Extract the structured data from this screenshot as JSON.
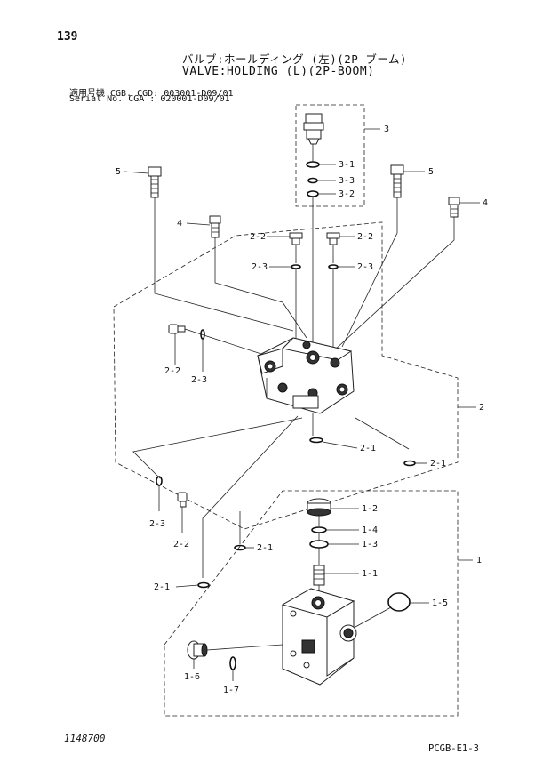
{
  "header": {
    "page_number": "139",
    "title_jp": "バルブ:ホールディング (左)(2P-ブーム)",
    "title_en": "VALVE:HOLDING (L)(2P-BOOM)",
    "serial_line_1": "適用号機 CGB. CGD: 003001-D09/01",
    "serial_line_2": "Serial No. CGA      : 020001-D09/01"
  },
  "callouts": {
    "c3": "3",
    "c3_1": "3-1",
    "c3_3": "3-3",
    "c3_2": "3-2",
    "c5_left": "5",
    "c5_right": "5",
    "c4_left": "4",
    "c4_right": "4",
    "c2_2_top_left": "2-2",
    "c2_2_top_right": "2-2",
    "c2_3_top_left": "2-3",
    "c2_3_top_right": "2-3",
    "c2_2_side_left": "2-2",
    "c2_3_side_left": "2-3",
    "c2": "2",
    "c2_1_mid": "2-1",
    "c2_1_right": "2-1",
    "c2_3_lower": "2-3",
    "c2_2_lower": "2-2",
    "c2_1_lower_mid": "2-1",
    "c2_1_lower_left": "2-1",
    "c1_2": "1-2",
    "c1_4": "1-4",
    "c1_3": "1-3",
    "c1_1": "1-1",
    "c1": "1",
    "c1_5": "1-5",
    "c1_6": "1-6",
    "c1_7": "1-7"
  },
  "footer": {
    "drawing_number": "1148700",
    "page_code": "PCGB-E1-3"
  }
}
